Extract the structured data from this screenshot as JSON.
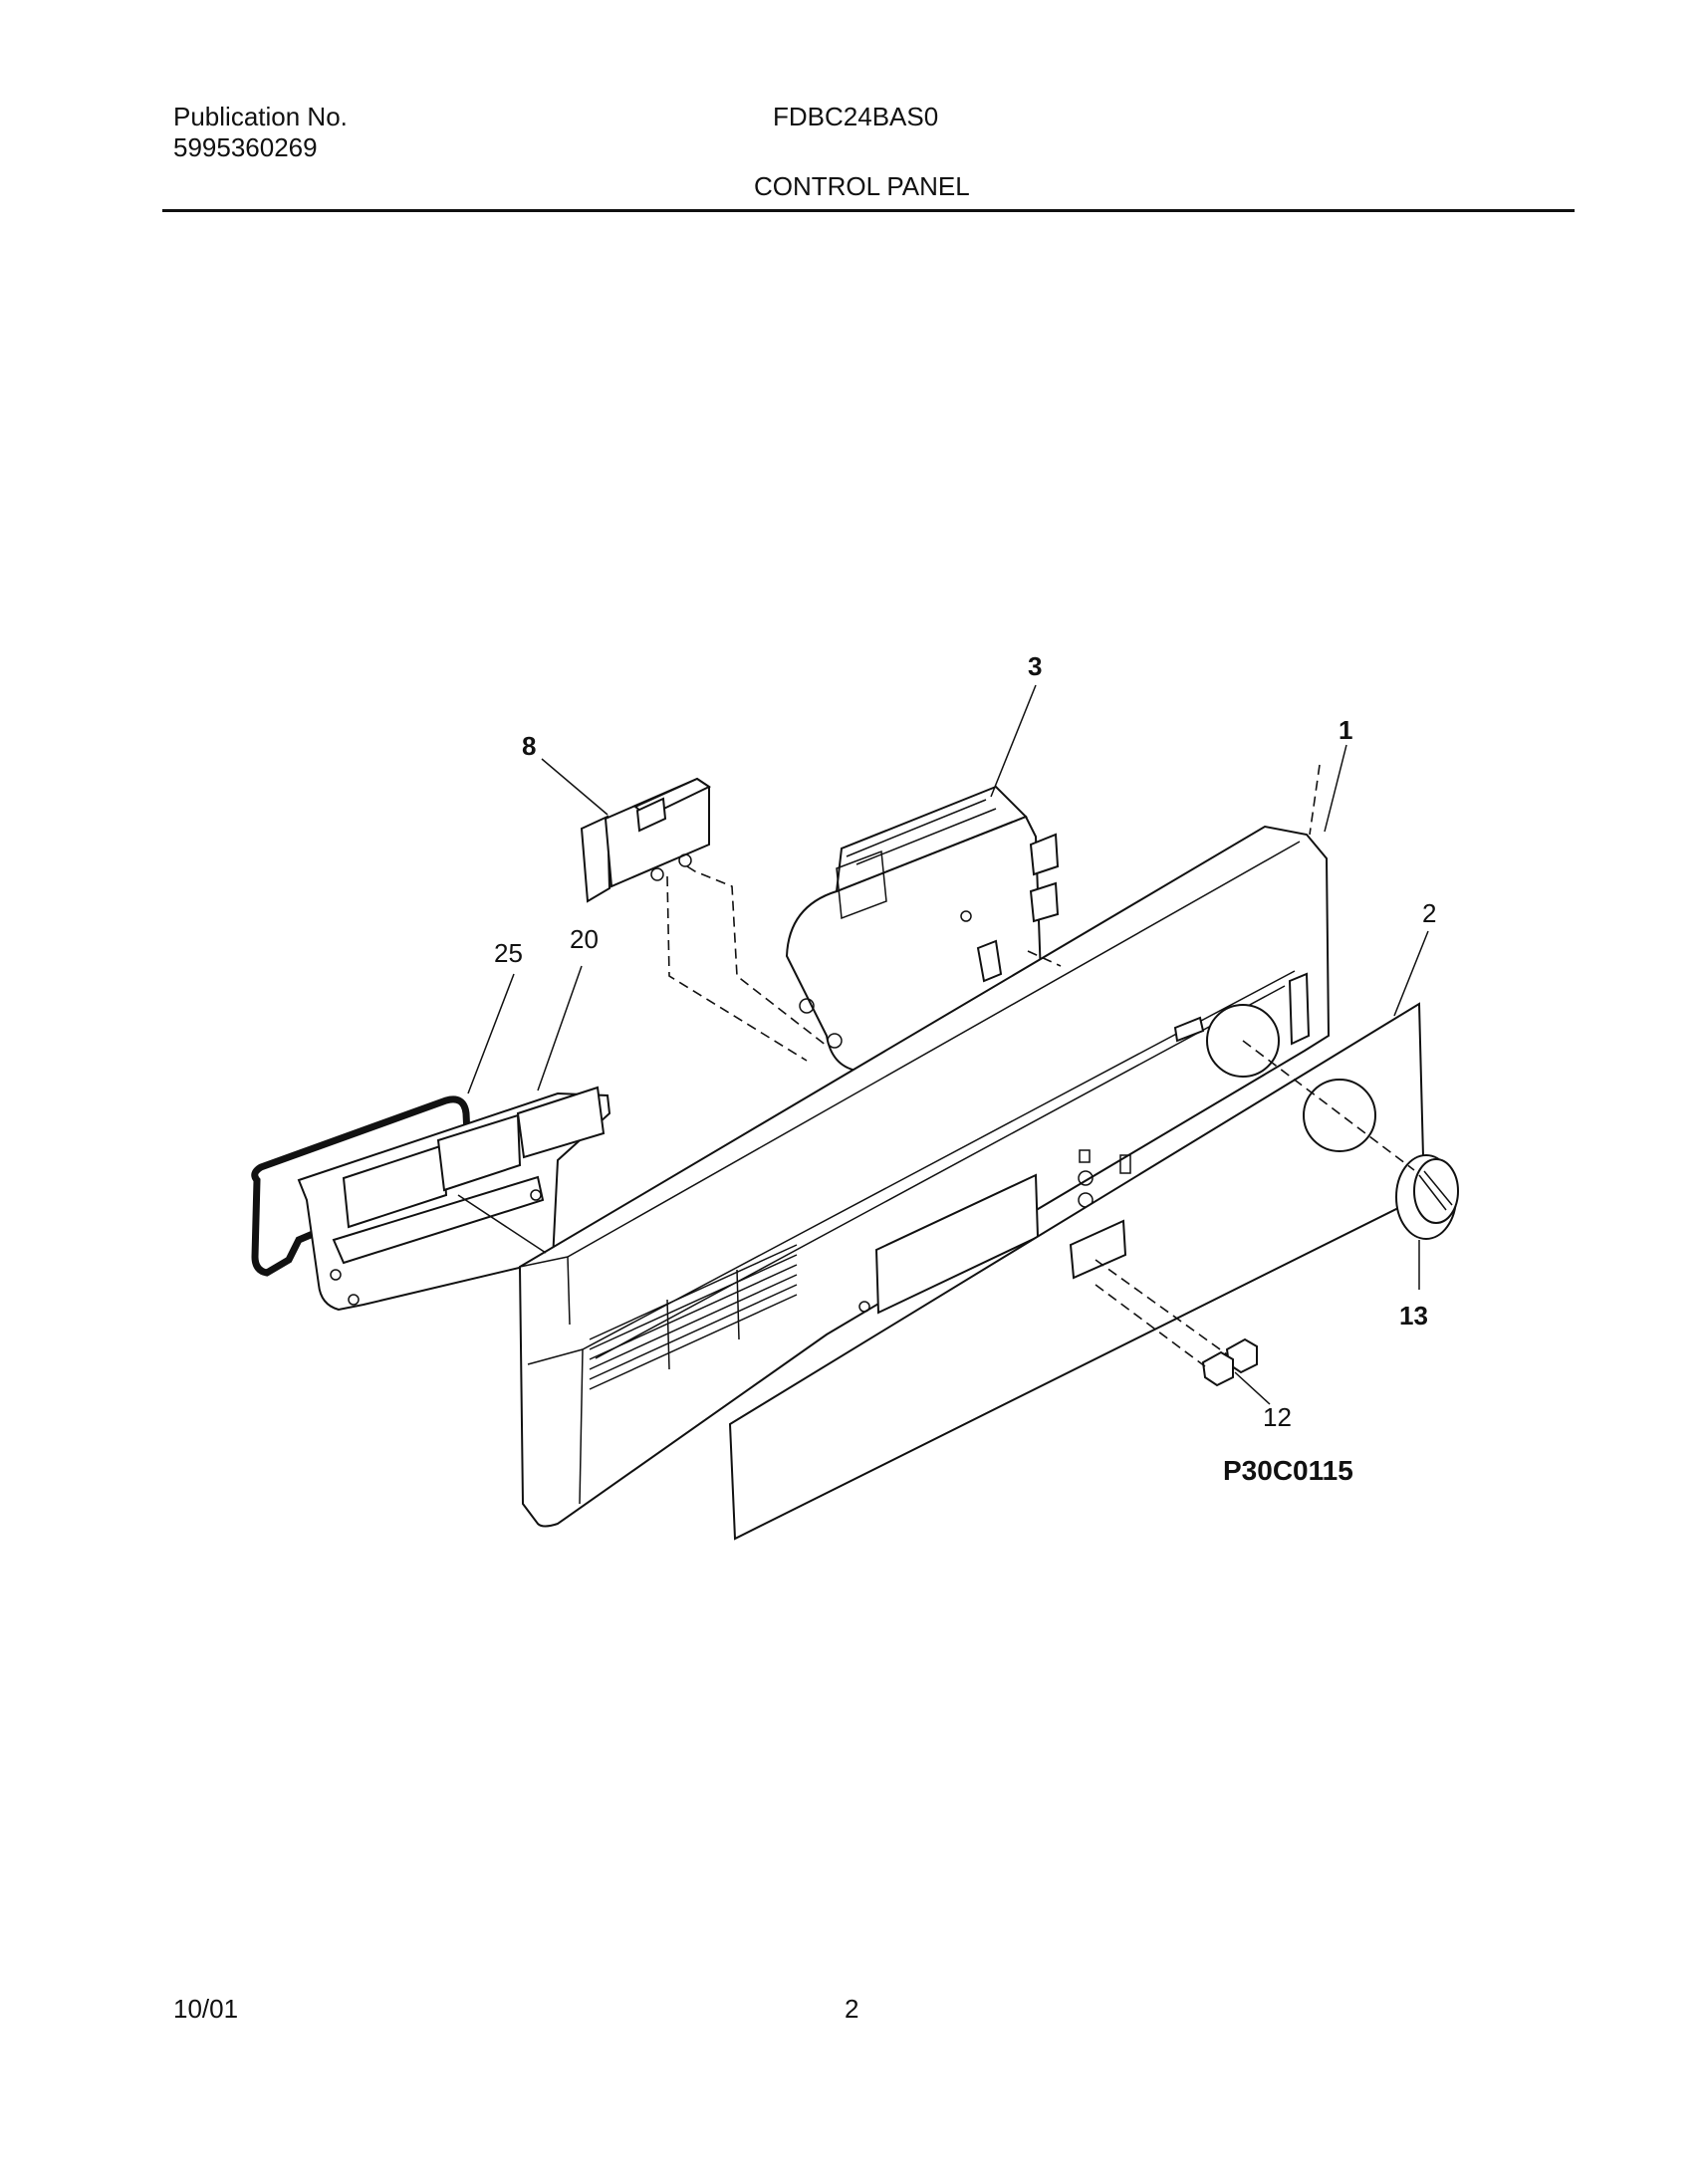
{
  "header": {
    "publication_label": "Publication No.",
    "publication_number": "5995360269",
    "model": "FDBC24BAS0",
    "section_title": "CONTROL PANEL"
  },
  "diagram": {
    "figure_code": "P30C0115",
    "callouts": [
      "1",
      "2",
      "3",
      "8",
      "12",
      "13",
      "20",
      "25"
    ]
  },
  "footer": {
    "date": "10/01",
    "page": "2"
  }
}
